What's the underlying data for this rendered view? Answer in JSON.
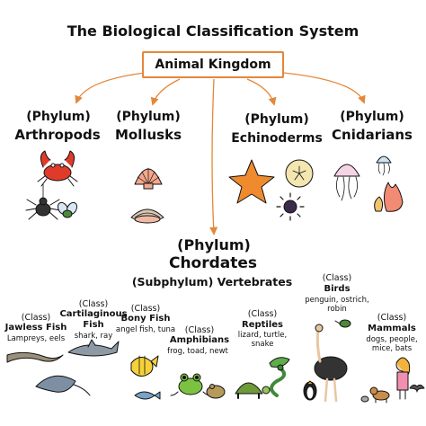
{
  "title": "The Biological Classification System",
  "kingdom": "Animal Kingdom",
  "colors": {
    "arrow": "#e4873a",
    "border": "#e4873a"
  },
  "phyla": [
    {
      "tag": "(Phylum)",
      "name": "Arthropods"
    },
    {
      "tag": "(Phylum)",
      "name": "Mollusks"
    },
    {
      "tag": "(Phylum)",
      "name": "Echinoderms"
    },
    {
      "tag": "(Phylum)",
      "name": "Cnidarians"
    }
  ],
  "chordates": {
    "tag": "(Phylum)",
    "name": "Chordates",
    "subphylum": "(Subphylum) Vertebrates"
  },
  "classes": [
    {
      "tag": "(Class)",
      "name": "Jawless Fish",
      "examples": "Lampreys, eels"
    },
    {
      "tag": "(Class)",
      "name": "Cartilaginous Fish",
      "name_lines": [
        "Cartilaginous",
        "Fish"
      ],
      "examples": "shark, ray"
    },
    {
      "tag": "(Class)",
      "name": "Bony Fish",
      "examples": "angel fish, tuna"
    },
    {
      "tag": "(Class)",
      "name": "Amphibians",
      "examples": "frog, toad, newt"
    },
    {
      "tag": "(Class)",
      "name": "Reptiles",
      "examples": "lizard, turtle, snake",
      "example_lines": [
        "lizard, turtle,",
        "snake"
      ]
    },
    {
      "tag": "(Class)",
      "name": "Birds",
      "examples": "penguin, ostrich, robin",
      "example_lines": [
        "penguin, ostrich,",
        "robin"
      ]
    },
    {
      "tag": "(Class)",
      "name": "Mammals",
      "examples": "dogs, people, mice, bats",
      "example_lines": [
        "dogs, people,",
        "mice, bats"
      ]
    }
  ],
  "icons": [
    "crab-icon",
    "spider-icon",
    "fly-icon",
    "scallop-shell-icon",
    "clam-icon",
    "starfish-icon",
    "sand-dollar-icon",
    "sea-urchin-icon",
    "jellyfish-icon",
    "small-jellyfish-icon",
    "coral-icon",
    "eel-icon",
    "shark-icon",
    "stingray-icon",
    "angelfish-icon",
    "tuna-icon",
    "frog-icon",
    "toad-icon",
    "turtle-icon",
    "lizard-icon",
    "snake-icon",
    "ostrich-icon",
    "penguin-icon",
    "robin-icon",
    "girl-icon",
    "dog-icon",
    "mouse-icon",
    "bat-icon"
  ]
}
